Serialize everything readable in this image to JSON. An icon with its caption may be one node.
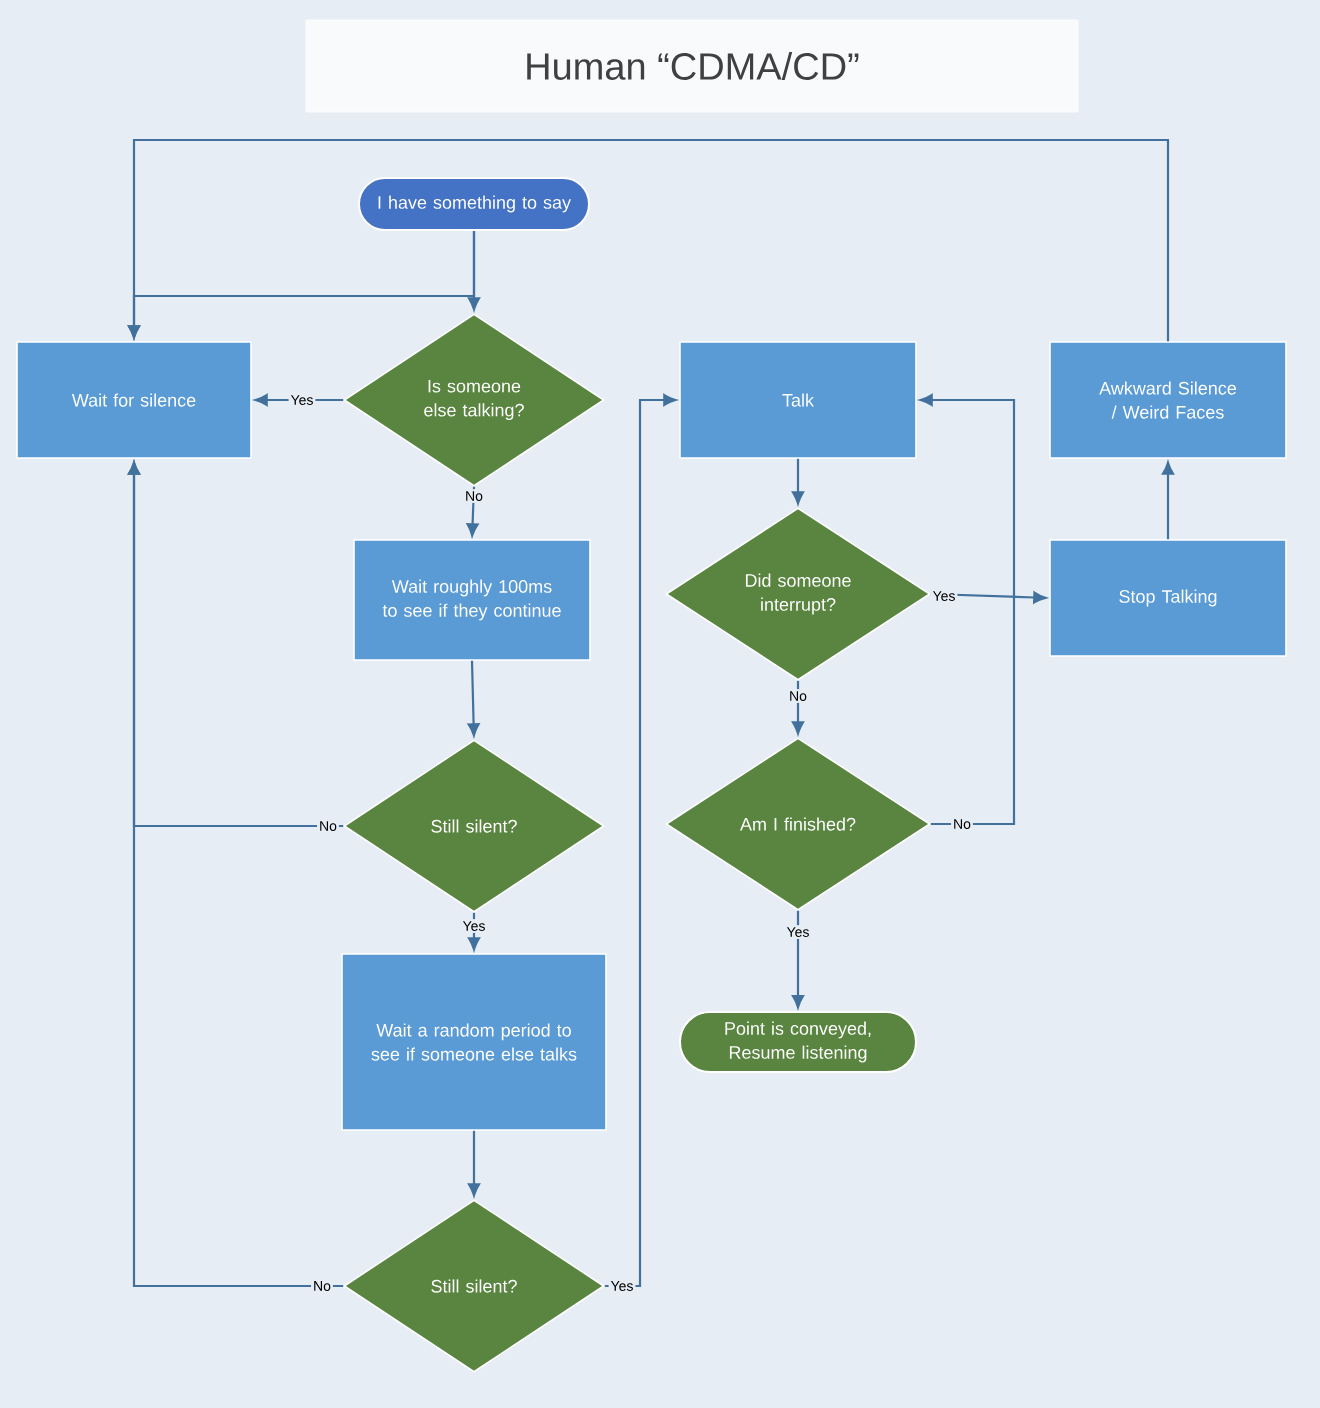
{
  "diagram": {
    "title": "Human “CDMA/CD”",
    "nodes": [
      {
        "text": [
          "I have something to say"
        ]
      },
      {
        "text": [
          "Wait for silence"
        ]
      },
      {
        "text": [
          "Is someone else talking?"
        ]
      },
      {
        "text": [
          "Wait roughly 100ms to see if they continue"
        ]
      },
      {
        "text": [
          "Still silent?"
        ]
      },
      {
        "text": [
          "Wait a random period to see if someone else talks"
        ]
      },
      {
        "text": [
          "Still silent?"
        ]
      },
      {
        "text": [
          "Talk"
        ]
      },
      {
        "text": [
          "Did someone interrupt?"
        ]
      },
      {
        "text": [
          "Am I finished?"
        ]
      },
      {
        "text": [
          "Point is conveyed, Resume listening"
        ]
      },
      {
        "text": [
          "Awkward Silence / Weird Faces"
        ]
      },
      {
        "text": [
          "Stop Talking"
        ]
      }
    ],
    "edges": [
      {
        "from": 0,
        "to": 2,
        "arrow": "to"
      },
      {
        "from": 0,
        "to": 1,
        "arrow": "to"
      },
      {
        "from": 11,
        "to": 1,
        "arrow": "to"
      },
      {
        "from": 2,
        "to": 1,
        "arrow": "to",
        "label": "Yes"
      },
      {
        "from": 2,
        "to": 3,
        "arrow": "to",
        "label": "No"
      },
      {
        "from": 3,
        "to": 4,
        "arrow": "to"
      },
      {
        "from": 4,
        "to": 1,
        "arrow": "to",
        "label": "No"
      },
      {
        "from": 4,
        "to": 5,
        "arrow": "to",
        "label": "Yes"
      },
      {
        "from": 5,
        "to": 6,
        "arrow": "to"
      },
      {
        "from": 6,
        "to": 1,
        "arrow": "to",
        "label": "No"
      },
      {
        "from": 6,
        "to": 7,
        "arrow": "to",
        "label": "Yes"
      },
      {
        "from": 7,
        "to": 8,
        "arrow": "to"
      },
      {
        "from": 8,
        "to": 12,
        "arrow": "to",
        "label": "Yes"
      },
      {
        "from": 8,
        "to": 9,
        "arrow": "to",
        "label": "No"
      },
      {
        "from": 9,
        "to": 7,
        "arrow": "to",
        "label": "No"
      },
      {
        "from": 9,
        "to": 10,
        "arrow": "to",
        "label": "Yes"
      },
      {
        "from": 12,
        "to": 11,
        "arrow": "to"
      }
    ]
  }
}
